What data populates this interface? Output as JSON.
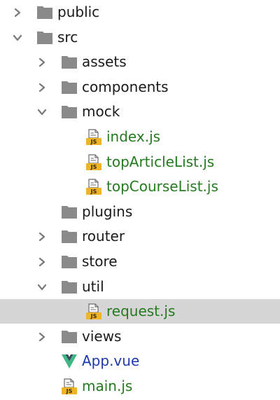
{
  "file_tree": {
    "items": [
      {
        "name": "public",
        "kind": "folder",
        "depth": 0,
        "state": "collapsed",
        "icon": "folder-icon"
      },
      {
        "name": "src",
        "kind": "folder",
        "depth": 0,
        "state": "expanded",
        "icon": "folder-icon"
      },
      {
        "name": "assets",
        "kind": "folder",
        "depth": 1,
        "state": "collapsed",
        "icon": "folder-icon"
      },
      {
        "name": "components",
        "kind": "folder",
        "depth": 1,
        "state": "collapsed",
        "icon": "folder-icon"
      },
      {
        "name": "mock",
        "kind": "folder",
        "depth": 1,
        "state": "expanded",
        "icon": "folder-icon"
      },
      {
        "name": "index.js",
        "kind": "js",
        "depth": 2,
        "icon": "js-file-icon"
      },
      {
        "name": "topArticleList.js",
        "kind": "js",
        "depth": 2,
        "icon": "js-file-icon"
      },
      {
        "name": "topCourseList.js",
        "kind": "js",
        "depth": 2,
        "icon": "js-file-icon"
      },
      {
        "name": "plugins",
        "kind": "folder",
        "depth": 1,
        "state": "none",
        "icon": "folder-icon"
      },
      {
        "name": "router",
        "kind": "folder",
        "depth": 1,
        "state": "collapsed",
        "icon": "folder-icon"
      },
      {
        "name": "store",
        "kind": "folder",
        "depth": 1,
        "state": "collapsed",
        "icon": "folder-icon"
      },
      {
        "name": "util",
        "kind": "folder",
        "depth": 1,
        "state": "expanded",
        "icon": "folder-icon"
      },
      {
        "name": "request.js",
        "kind": "js",
        "depth": 2,
        "icon": "js-file-icon",
        "selected": true
      },
      {
        "name": "views",
        "kind": "folder",
        "depth": 1,
        "state": "collapsed",
        "icon": "folder-icon"
      },
      {
        "name": "App.vue",
        "kind": "vue",
        "depth": 1,
        "icon": "vue-file-icon"
      },
      {
        "name": "main.js",
        "kind": "js",
        "depth": 1,
        "icon": "js-file-icon"
      }
    ]
  },
  "icons": {
    "js_badge_text": "JS"
  },
  "colors": {
    "folder": "#8a8a8a",
    "js_label": "#237a1f",
    "vue_label": "#1c3aa8",
    "js_icon": "#f0b429",
    "vue_green": "#41b883",
    "vue_dark": "#35495e",
    "selection": "#d6d6d6",
    "chevron": "#7a7a7a"
  }
}
